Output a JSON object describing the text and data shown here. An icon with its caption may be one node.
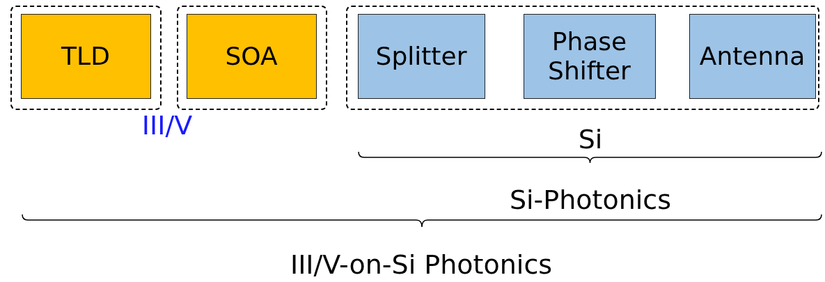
{
  "diagram": {
    "nodes": [
      {
        "text": [],
        "shape": "box"
      },
      {
        "text": [
          "TLD"
        ],
        "in": 0
      },
      {
        "text": [],
        "shape": "box"
      },
      {
        "text": [
          "SOA"
        ],
        "in": 2
      },
      {
        "text": [],
        "shape": "box"
      },
      {
        "text": [
          "Splitter"
        ],
        "in": 4
      },
      {
        "text": [
          "Phase Shifter"
        ],
        "in": 4
      },
      {
        "text": [
          "Antenna"
        ],
        "in": 4
      }
    ],
    "edges": [],
    "labels": [
      "III/V",
      "Si",
      "Si-Photonics",
      "III/V-on-Si Photonics"
    ]
  }
}
